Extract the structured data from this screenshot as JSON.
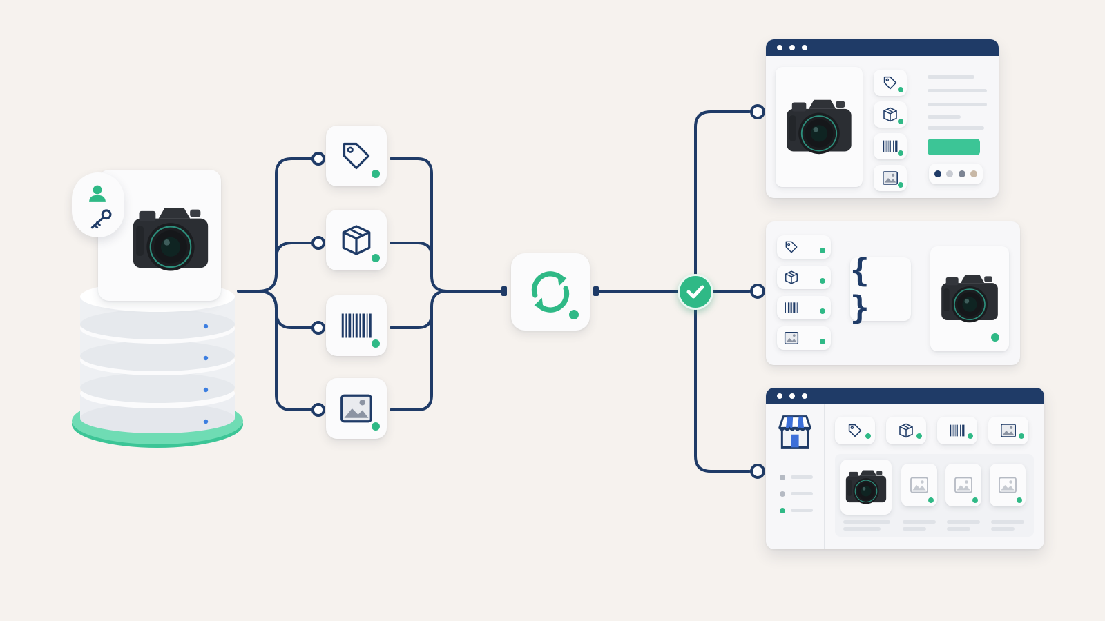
{
  "colors": {
    "background": "#f6f2ee",
    "wire": "#1f3b67",
    "accent_green": "#2fb986",
    "card": "#fbfbfc",
    "placeholder_line": "#dfe2e7"
  },
  "source": {
    "icons": [
      "database-icon",
      "user-icon",
      "key-icon",
      "camera-icon"
    ]
  },
  "attribute_nodes": [
    {
      "icon": "tag-icon"
    },
    {
      "icon": "box-icon"
    },
    {
      "icon": "barcode-icon"
    },
    {
      "icon": "image-icon"
    }
  ],
  "sync_node": {
    "icon": "sync-icon"
  },
  "validation_node": {
    "icon": "checkmark-icon"
  },
  "json_card": {
    "braces": "{ }"
  },
  "outputs": [
    {
      "type": "browser-product-page"
    },
    {
      "type": "json-payload-card"
    },
    {
      "type": "browser-storefront"
    }
  ],
  "swatch_colors": [
    "#1f3b67",
    "#c9ccd3",
    "#7d8594",
    "#c8b8a6"
  ]
}
